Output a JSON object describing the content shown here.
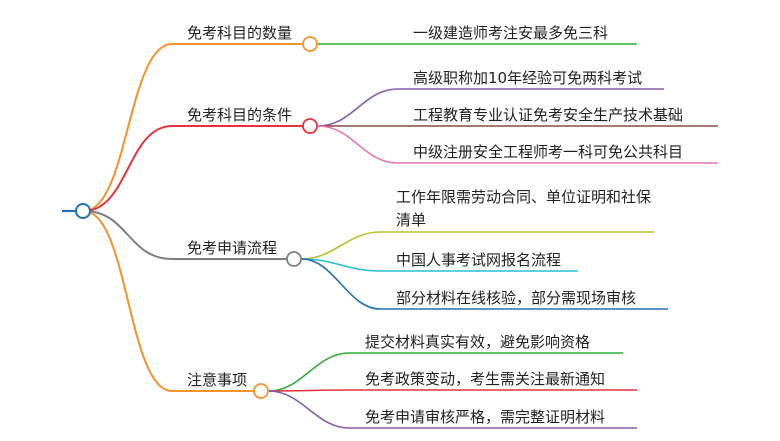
{
  "mindmap": {
    "branches": [
      {
        "label": "免考科目的数量",
        "color": "#f5922e",
        "children": [
          {
            "label": "一级建造师考注安最多免三科",
            "color": "#2fae38"
          }
        ]
      },
      {
        "label": "免考科目的条件",
        "color": "#e5323b",
        "children": [
          {
            "label": "高级职称加10年经验可免两科考试",
            "color": "#8b5aa7"
          },
          {
            "label": "工程教育专业认证免考安全生产技术基础",
            "color": "#8a4a44"
          },
          {
            "label": "中级注册安全工程师考一科可免公共科目",
            "color": "#e577b4"
          }
        ]
      },
      {
        "label": "免考申请流程",
        "color": "#7f7f7f",
        "children": [
          {
            "label": "工作年限需劳动合同、单位证明和社保清单",
            "color": "#b8c22c"
          },
          {
            "label": "中国人事考试网报名流程",
            "color": "#27bdd0"
          },
          {
            "label": "部分材料在线核验，部分需现场审核",
            "color": "#2171b5"
          }
        ]
      },
      {
        "label": "注意事项",
        "color": "#f5922e",
        "children": [
          {
            "label": "提交材料真实有效，避免影响资格",
            "color": "#2fae38"
          },
          {
            "label": "免考政策变动，考生需关注最新通知",
            "color": "#e5323b"
          },
          {
            "label": "免考申请审核严格，需完整证明材料",
            "color": "#8b5aa7"
          }
        ]
      }
    ],
    "root_color": "#2171b5"
  }
}
